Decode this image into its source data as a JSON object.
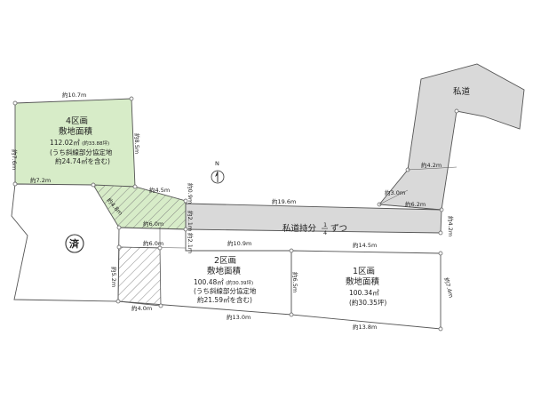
{
  "lots": {
    "lot4": {
      "name": "4区画",
      "area_label": "敷地面積",
      "area": "112.02㎡",
      "area_tsubo": "(約33.88坪)",
      "note1": "(うち斜線部分協定地",
      "note2": "約24.74㎡を含む)"
    },
    "lot2": {
      "name": "2区画",
      "area_label": "敷地面積",
      "area": "100.48㎡",
      "area_tsubo": "(約30.39坪)",
      "note1": "(うち斜線部分協定地",
      "note2": "約21.59㎡を含む)"
    },
    "lot1": {
      "name": "1区画",
      "area_label": "敷地面積",
      "area": "100.34㎡",
      "area_tsubo": "(約30.35坪)"
    }
  },
  "private_road_label": "私道",
  "road_share": {
    "prefix": "私道持分",
    "fraction_num": "1",
    "fraction_den": "4",
    "suffix": "ずつ"
  },
  "sold_mark": "済",
  "north_label": "N",
  "dimensions": {
    "d107": "約10.7m",
    "d76": "約7.6m",
    "d85": "約8.5m",
    "d72": "約7.2m",
    "d45": "約4.5m",
    "d09": "約0.9m",
    "d48": "約4.8m",
    "d60a": "約6.0m",
    "d21a": "約2.1m",
    "d196": "約19.6m",
    "d42a": "約4.2m",
    "d30": "約3.0m",
    "d62": "約6.2m",
    "d42b": "約4.2m",
    "d60b": "約6.0m",
    "d21b": "約2.1m",
    "d109": "約10.9m",
    "d145": "約14.5m",
    "d52": "約5.2m",
    "d65": "約6.5m",
    "d74": "約7.4m",
    "d40": "約4.0m",
    "d130": "約13.0m",
    "d138": "約13.8m"
  },
  "colors": {
    "lot4_fill": "#d7ecc8",
    "road_fill": "#d9d9d9",
    "hatch": "#7a7a7a",
    "outline": "#555555"
  }
}
